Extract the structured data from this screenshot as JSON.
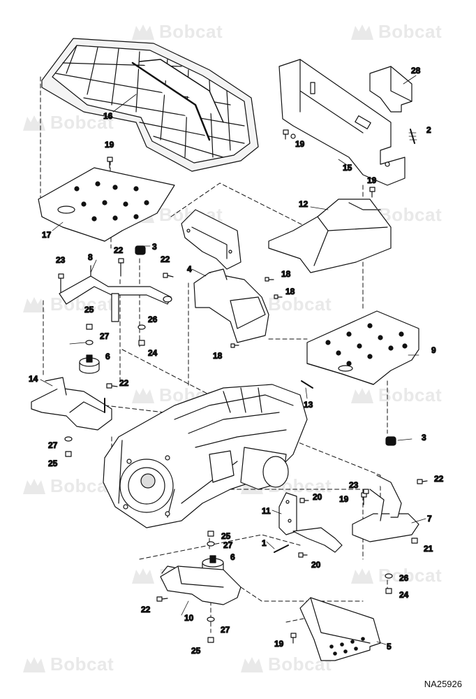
{
  "watermark": {
    "brand": "Bobcat"
  },
  "drawing_code": "NA25926",
  "callouts": [
    {
      "id": "c16",
      "n": "16"
    },
    {
      "id": "c28",
      "n": "28"
    },
    {
      "id": "c2",
      "n": "2"
    },
    {
      "id": "c19a",
      "n": "19"
    },
    {
      "id": "c15",
      "n": "15"
    },
    {
      "id": "c19b",
      "n": "19"
    },
    {
      "id": "c19c",
      "n": "19"
    },
    {
      "id": "c17",
      "n": "17"
    },
    {
      "id": "c12",
      "n": "12"
    },
    {
      "id": "c22a",
      "n": "22"
    },
    {
      "id": "c3a",
      "n": "3"
    },
    {
      "id": "c23a",
      "n": "23"
    },
    {
      "id": "c8",
      "n": "8"
    },
    {
      "id": "c22b",
      "n": "22"
    },
    {
      "id": "c4",
      "n": "4"
    },
    {
      "id": "c18a",
      "n": "18"
    },
    {
      "id": "c18b",
      "n": "18"
    },
    {
      "id": "c25a",
      "n": "25"
    },
    {
      "id": "c26a",
      "n": "26"
    },
    {
      "id": "c27a",
      "n": "27"
    },
    {
      "id": "c24a",
      "n": "24"
    },
    {
      "id": "c18c",
      "n": "18"
    },
    {
      "id": "c6a",
      "n": "6"
    },
    {
      "id": "c9",
      "n": "9"
    },
    {
      "id": "c14",
      "n": "14"
    },
    {
      "id": "c22c",
      "n": "22"
    },
    {
      "id": "c13",
      "n": "13"
    },
    {
      "id": "c27b",
      "n": "27"
    },
    {
      "id": "c25b",
      "n": "25"
    },
    {
      "id": "c3b",
      "n": "3"
    },
    {
      "id": "c22d",
      "n": "22"
    },
    {
      "id": "c23b",
      "n": "23"
    },
    {
      "id": "c19d",
      "n": "19"
    },
    {
      "id": "c20a",
      "n": "20"
    },
    {
      "id": "c11",
      "n": "11"
    },
    {
      "id": "c7",
      "n": "7"
    },
    {
      "id": "c25c",
      "n": "25"
    },
    {
      "id": "c27c",
      "n": "27"
    },
    {
      "id": "c6b",
      "n": "6"
    },
    {
      "id": "c1",
      "n": "1"
    },
    {
      "id": "c20b",
      "n": "20"
    },
    {
      "id": "c21",
      "n": "21"
    },
    {
      "id": "c26b",
      "n": "26"
    },
    {
      "id": "c24b",
      "n": "24"
    },
    {
      "id": "c22e",
      "n": "22"
    },
    {
      "id": "c10",
      "n": "10"
    },
    {
      "id": "c27d",
      "n": "27"
    },
    {
      "id": "c19e",
      "n": "19"
    },
    {
      "id": "c5",
      "n": "5"
    },
    {
      "id": "c25d",
      "n": "25"
    }
  ]
}
